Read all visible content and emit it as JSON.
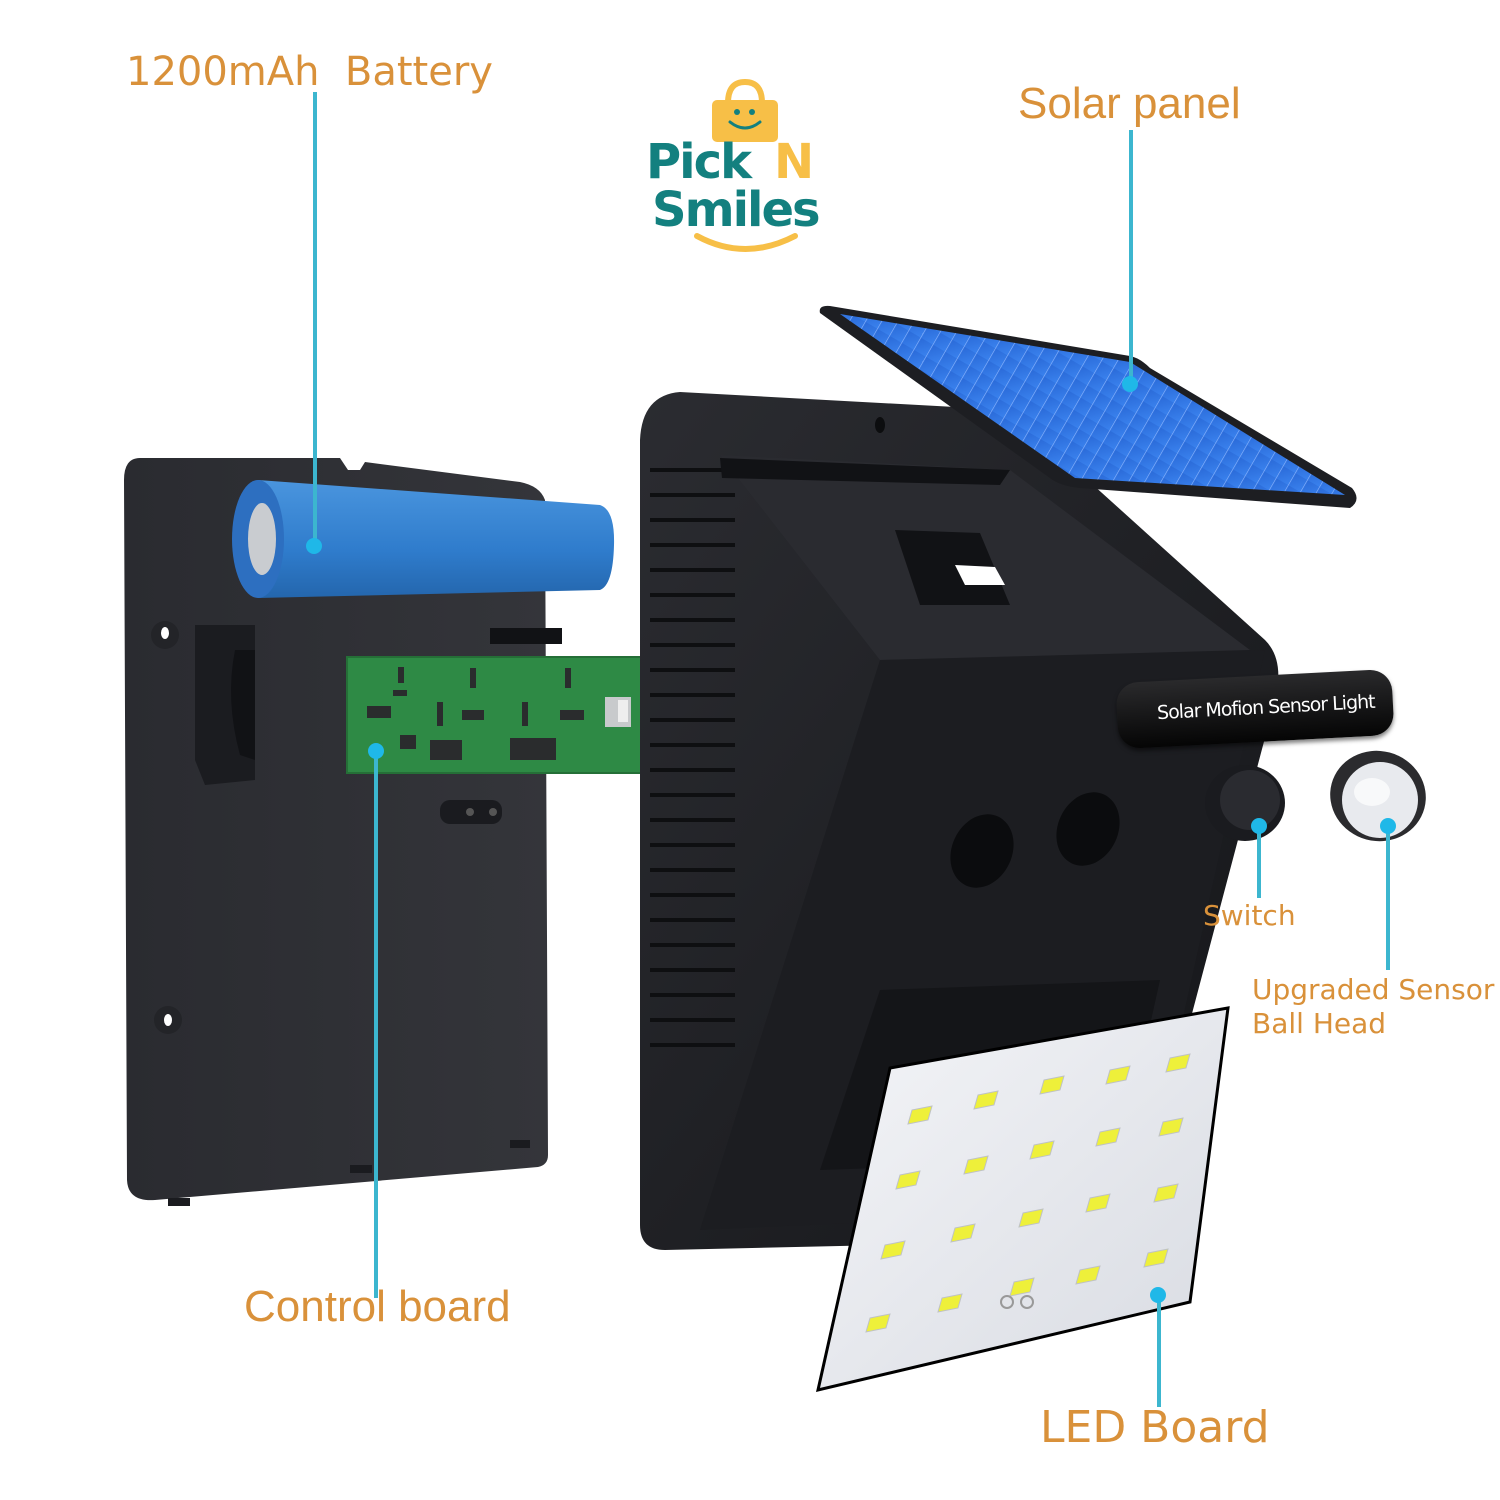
{
  "brand": {
    "name_line1_part1": "Pick",
    "name_line1_part2": "N",
    "name_line2": "Smiles",
    "colors": {
      "teal": "#13807f",
      "yellow": "#f7bf47"
    }
  },
  "product": {
    "badge_text": "Solar Mofion Sensor Light",
    "led_count": 20
  },
  "callouts": [
    {
      "id": "battery",
      "label": "1200mAh  Battery"
    },
    {
      "id": "solar_panel",
      "label": "Solar panel"
    },
    {
      "id": "control_board",
      "label": "Control board"
    },
    {
      "id": "switch",
      "label": "Switch"
    },
    {
      "id": "sensor",
      "label_line1": "Upgraded Sensor",
      "label_line2": "Ball Head"
    },
    {
      "id": "led_board",
      "label": "LED Board"
    }
  ],
  "colors": {
    "label_text": "#d9913a",
    "leader_line": "#3cb6cf",
    "leader_dot": "#1fb8e8",
    "housing": "#1d1e22",
    "solar_cell": "#2f6fe0",
    "battery": "#3380d0",
    "pcb": "#2e8a45",
    "led": "#eef03a"
  }
}
